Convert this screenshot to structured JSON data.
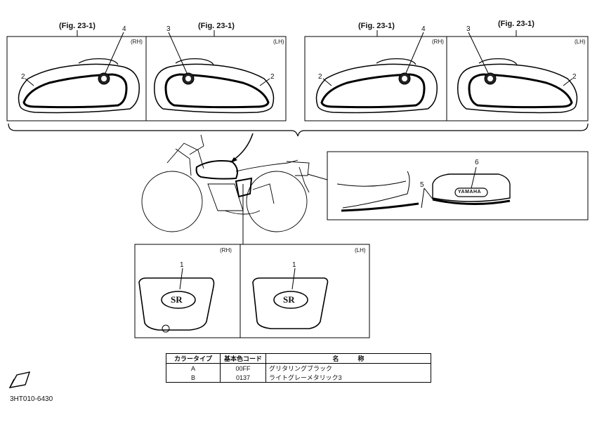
{
  "figure_refs": [
    "(Fig. 23-1)",
    "(Fig. 23-1)",
    "(Fig. 23-1)",
    "(Fig. 23-1)"
  ],
  "side_labels": {
    "rh": "(RH)",
    "lh": "(LH)"
  },
  "callouts": {
    "n1": "1",
    "n2": "2",
    "n3": "3",
    "n4": "4",
    "n5": "5",
    "n6": "6"
  },
  "tank_badge_text": "YAMAHA",
  "cover_badge_text": "SR",
  "legend": {
    "headers": [
      "カラータイプ",
      "基本色コード",
      "名　　　称"
    ],
    "rows": [
      {
        "type": "A",
        "code": "00FF",
        "name": "グリタリングブラック"
      },
      {
        "type": "B",
        "code": "0137",
        "name": "ライトグレーメタリック3"
      }
    ]
  },
  "doc_code": "3HT010-6430",
  "colors": {
    "line": "#000000",
    "background": "#ffffff"
  }
}
